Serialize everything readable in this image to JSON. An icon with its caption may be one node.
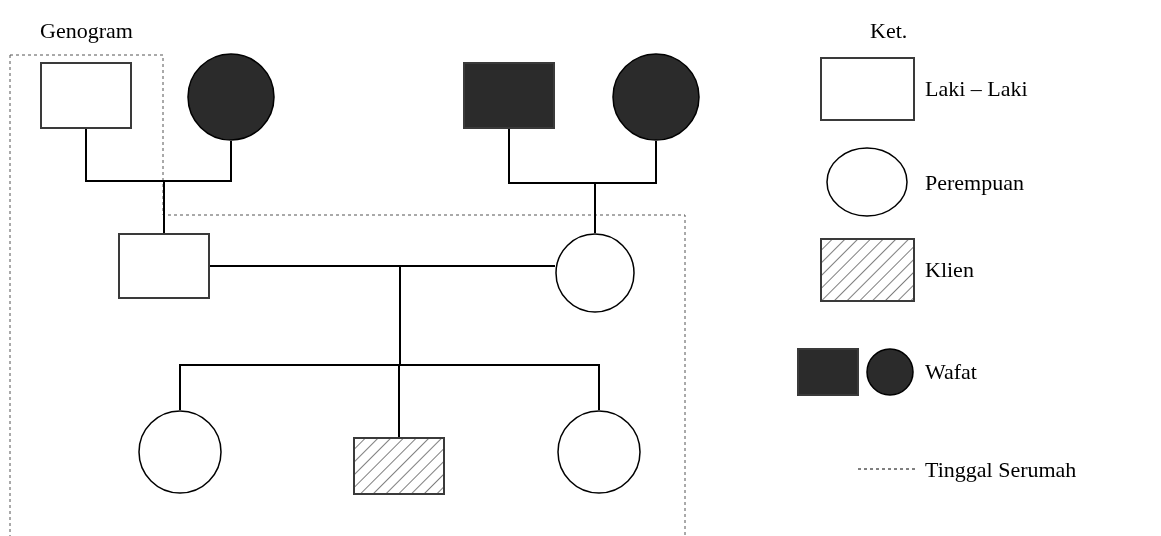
{
  "diagram": {
    "title": "Genogram",
    "nodes": [
      {
        "text": [],
        "shape": "box"
      },
      {
        "text": [],
        "shape": "circle"
      },
      {
        "text": [],
        "shape": "box"
      },
      {
        "text": [],
        "shape": "circle"
      },
      {
        "text": [],
        "shape": "box"
      },
      {
        "text": [],
        "shape": "circle"
      },
      {
        "text": [],
        "shape": "circle"
      },
      {
        "text": [],
        "shape": "box"
      },
      {
        "text": [],
        "shape": "circle"
      }
    ],
    "edges": [
      {
        "from": 0,
        "to": 4,
        "arrow": "none"
      },
      {
        "from": 1,
        "to": 4,
        "arrow": "none"
      },
      {
        "from": 2,
        "to": 5,
        "arrow": "none"
      },
      {
        "from": 3,
        "to": 5,
        "arrow": "none"
      },
      {
        "from": 4,
        "to": 5,
        "arrow": "none"
      },
      {
        "from": 4,
        "to": 6,
        "arrow": "none"
      },
      {
        "from": 4,
        "to": 7,
        "arrow": "none"
      },
      {
        "from": 4,
        "to": 8,
        "arrow": "none"
      },
      {
        "from": 5,
        "to": 6,
        "arrow": "none"
      },
      {
        "from": 5,
        "to": 7,
        "arrow": "none"
      },
      {
        "from": 5,
        "to": 8,
        "arrow": "none"
      }
    ],
    "labels": [
      "Ket."
    ],
    "legend": [
      {
        "text": "Laki – Laki"
      },
      {
        "text": "Perempuan"
      },
      {
        "text": "Klien"
      },
      {
        "text": "Wafat"
      },
      {
        "text": "Tinggal Serumah"
      }
    ]
  }
}
